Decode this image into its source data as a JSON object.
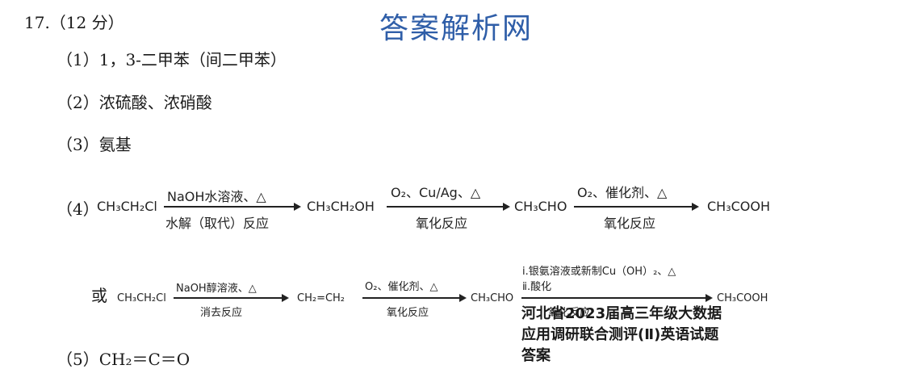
{
  "question": {
    "number_label": "17.（12 分）",
    "watermark": "答案解析网"
  },
  "answers": {
    "a1": "（1）1，3-二甲苯（间二甲苯）",
    "a2": "（2）浓硫酸、浓硝酸",
    "a3": "（3）氨基",
    "a4_label": "（4）",
    "a5": "（5）CH₂＝C＝O"
  },
  "route1": {
    "c1": "CH₃CH₂Cl",
    "s1_top": "NaOH水溶液、△",
    "s1_bottom": "水解（取代）反应",
    "c2": "CH₃CH₂OH",
    "s2_top": "O₂、Cu/Ag、△",
    "s2_bottom": "氧化反应",
    "c3": "CH₃CHO",
    "s3_top": "O₂、催化剂、△",
    "s3_bottom": "氧化反应",
    "c4": "CH₃COOH"
  },
  "route2": {
    "or_label": "或",
    "c1": "CH₃CH₂Cl",
    "s1_top": "NaOH醇溶液、△",
    "s1_bottom": "消去反应",
    "c2": "CH₂=CH₂",
    "s2_top": "O₂、催化剂、△",
    "s2_bottom": "氧化反应",
    "c3": "CH₃CHO",
    "s3_top_1": "ⅰ.银氨溶液或新制Cu（OH）₂、△",
    "s3_top_2": "ⅱ.酸化",
    "s3_bottom": "氧化反应",
    "c4": "CH₃COOH"
  },
  "ad_overlay": {
    "line1": "河北省2023届高三年级大数据",
    "line2": "应用调研联合测评(Ⅱ)英语试题",
    "line3": "答案"
  },
  "colors": {
    "watermark": "#2f5ea8",
    "text": "#1a1a1a"
  }
}
